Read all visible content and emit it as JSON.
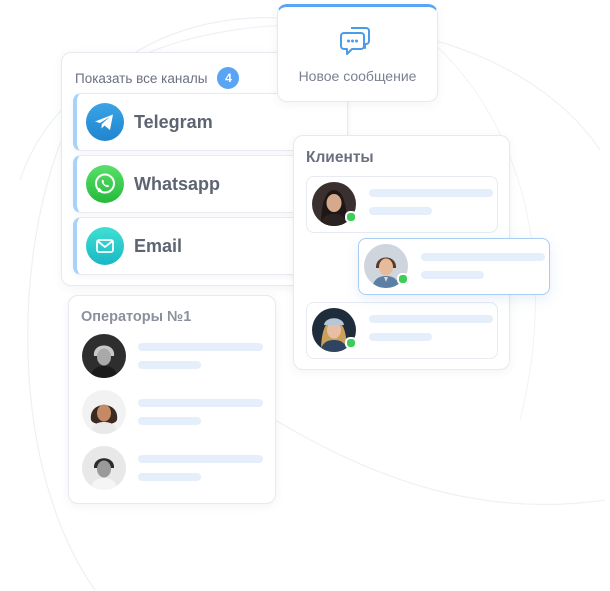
{
  "channels": {
    "header": "Показать все каналы",
    "count": "4",
    "items": [
      {
        "label": "Telegram",
        "icon": "telegram-icon",
        "color": "#2a95dd"
      },
      {
        "label": "Whatsapp",
        "icon": "whatsapp-icon",
        "color": "#3ccb52"
      },
      {
        "label": "Email",
        "icon": "email-icon",
        "color": "#25c8cc"
      }
    ]
  },
  "new_message": {
    "label": "Новое сообщение",
    "icon": "chat-bubbles-icon"
  },
  "clients": {
    "title": "Клиенты",
    "items": [
      {
        "avatar": "client-avatar-1",
        "status": "online"
      },
      {
        "avatar": "client-avatar-2",
        "status": "online"
      },
      {
        "avatar": "client-avatar-3",
        "status": "online"
      }
    ]
  },
  "operators": {
    "title": "Операторы №1",
    "items": [
      {
        "avatar": "operator-avatar-1"
      },
      {
        "avatar": "operator-avatar-2"
      },
      {
        "avatar": "operator-avatar-3"
      }
    ]
  },
  "colors": {
    "accent": "#5aa4f6",
    "online": "#3fcd5a",
    "placeholder": "#e5eefb"
  }
}
